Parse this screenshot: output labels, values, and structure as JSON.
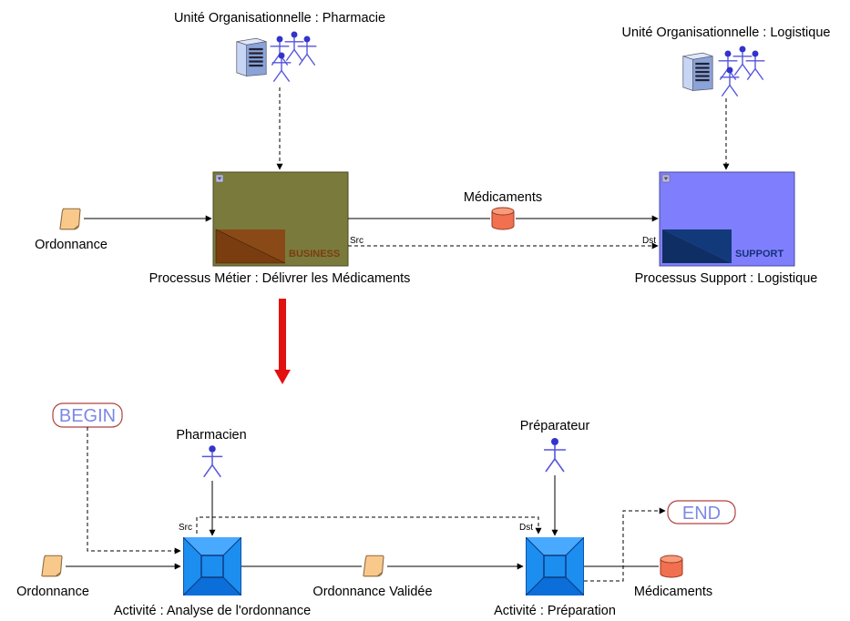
{
  "top": {
    "org_pharmacie": "Unité Organisationnelle : Pharmacie",
    "org_logistique": "Unité Organisationnelle : Logistique",
    "ordonnance": "Ordonnance",
    "medicaments": "Médicaments",
    "src": "Src",
    "dst": "Dst",
    "business_tag": "BUSINESS",
    "support_tag": "SUPPORT",
    "process_metier": "Processus Métier : Délivrer les Médicaments",
    "process_support": "Processus Support : Logistique",
    "business_color": "#7a7a3c",
    "support_color": "#7f7ffd"
  },
  "bottom": {
    "begin": "BEGIN",
    "end": "END",
    "pharmacien": "Pharmacien",
    "preparateur": "Préparateur",
    "src": "Src",
    "dst": "Dst",
    "ordonnance": "Ordonnance",
    "ordonnance_validee": "Ordonnance Validée",
    "medicaments": "Médicaments",
    "activite_analyse": "Activité : Analyse de l'ordonnance",
    "activite_preparation": "Activité : Préparation"
  },
  "icons": {
    "server": "server-icon",
    "people": "people-icon",
    "person": "person-icon",
    "document": "document-icon",
    "database": "database-icon",
    "arrow": "red-arrow-down-icon"
  }
}
